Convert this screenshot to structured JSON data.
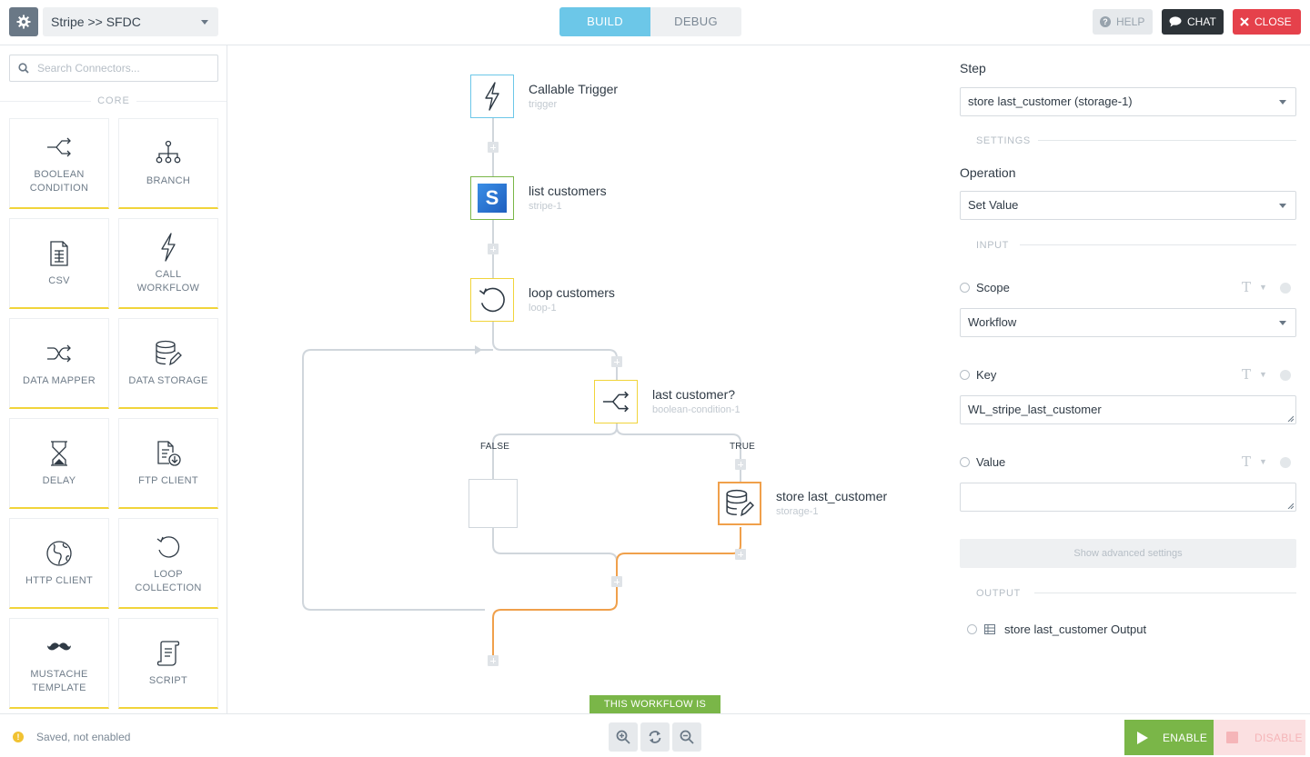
{
  "header": {
    "workflow_name": "Stripe >> SFDC",
    "mode_build": "BUILD",
    "mode_debug": "DEBUG",
    "help_label": "HELP",
    "chat_label": "CHAT",
    "close_label": "CLOSE"
  },
  "sidebar": {
    "search_placeholder": "Search Connectors...",
    "section_label": "CORE",
    "connectors": [
      {
        "label": "BOOLEAN\nCONDITION",
        "icon": "boolean-condition-icon"
      },
      {
        "label": "BRANCH",
        "icon": "branch-icon"
      },
      {
        "label": "CSV",
        "icon": "csv-icon"
      },
      {
        "label": "CALL WORKFLOW",
        "icon": "call-workflow-icon"
      },
      {
        "label": "DATA MAPPER",
        "icon": "data-mapper-icon"
      },
      {
        "label": "DATA STORAGE",
        "icon": "data-storage-icon"
      },
      {
        "label": "DELAY",
        "icon": "hourglass-icon"
      },
      {
        "label": "FTP CLIENT",
        "icon": "ftp-client-icon"
      },
      {
        "label": "HTTP CLIENT",
        "icon": "globe-icon"
      },
      {
        "label": "LOOP\nCOLLECTION",
        "icon": "loop-icon"
      },
      {
        "label": "MUSTACHE\nTEMPLATE",
        "icon": "mustache-icon"
      },
      {
        "label": "SCRIPT",
        "icon": "script-icon"
      }
    ]
  },
  "canvas": {
    "nodes": [
      {
        "title": "Callable Trigger",
        "sub": "trigger"
      },
      {
        "title": "list customers",
        "sub": "stripe-1"
      },
      {
        "title": "loop customers",
        "sub": "loop-1"
      },
      {
        "title": "last customer?",
        "sub": "boolean-condition-1"
      },
      {
        "title": "store last_customer",
        "sub": "storage-1"
      }
    ],
    "false_label": "FALSE",
    "true_label": "TRUE",
    "free_badge": "THIS WORKFLOW IS FREE"
  },
  "panel": {
    "step_label": "Step",
    "step_value": "store last_customer (storage-1)",
    "settings_label": "SETTINGS",
    "operation_label": "Operation",
    "operation_value": "Set Value",
    "input_label": "INPUT",
    "scope_label": "Scope",
    "scope_value": "Workflow",
    "key_label": "Key",
    "key_value": "WL_stripe_last_customer",
    "value_label": "Value",
    "value_value": "",
    "advanced_label": "Show advanced settings",
    "output_label": "OUTPUT",
    "output_item": "store last_customer Output"
  },
  "footer": {
    "status": "Saved, not enabled",
    "enable_label": "ENABLE",
    "disable_label": "DISABLE"
  },
  "colors": {
    "accent_blue": "#6cc7e8",
    "enable_green": "#7ab648",
    "close_red": "#e5414b",
    "node_yellow": "#f1d43a",
    "active_orange": "#f0a04b"
  }
}
